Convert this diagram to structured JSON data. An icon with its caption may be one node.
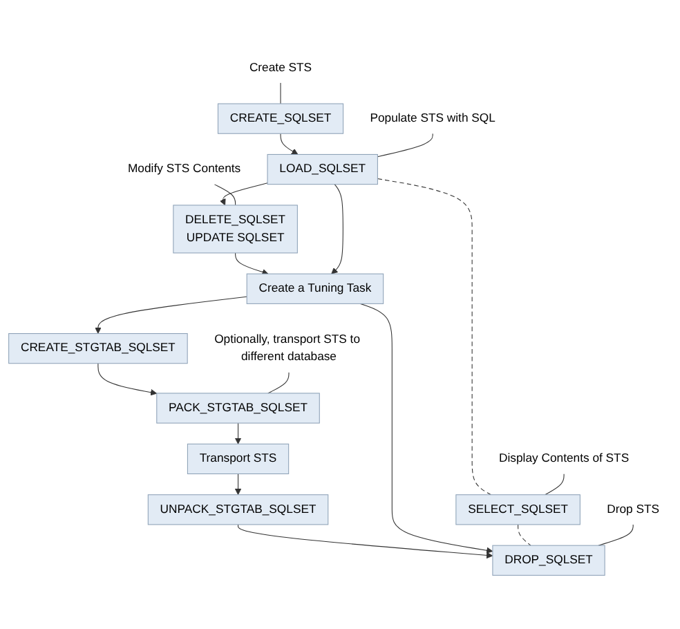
{
  "diagram": {
    "nodes": [
      {
        "text": [
          "CREATE_SQLSET"
        ]
      },
      {
        "text": [
          "Create STS"
        ]
      },
      {
        "text": [
          "LOAD_SQLSET"
        ]
      },
      {
        "text": [
          "Populate STS with SQL"
        ]
      },
      {
        "text": [
          "DELETE_SQLSET",
          "UPDATE SQLSET"
        ]
      },
      {
        "text": [
          "Modify STS Contents"
        ]
      },
      {
        "text": [
          "Display Contents of STS"
        ]
      },
      {
        "text": [
          "Create a Tuning Task"
        ]
      },
      {
        "text": [
          "SELECT_SQLSET"
        ]
      },
      {
        "text": [
          "CREATE_STGTAB_SQLSET"
        ]
      },
      {
        "text": [
          "PACK_STGTAB_SQLSET"
        ]
      },
      {
        "text": [
          "Optionally, transport STS to different database"
        ]
      },
      {
        "text": [
          "Transport STS"
        ]
      },
      {
        "text": [
          "UNPACK_STGTAB_SQLSET"
        ]
      },
      {
        "text": [
          "DROP_SQLSET"
        ]
      },
      {
        "text": [
          "Drop STS"
        ]
      }
    ],
    "edges": [
      {
        "from": 0,
        "to": 2,
        "arrow": "to"
      },
      {
        "from": 2,
        "to": 4,
        "arrow": "to"
      },
      {
        "from": 4,
        "to": 7,
        "arrow": "to"
      },
      {
        "from": 2,
        "to": 7,
        "arrow": "to"
      },
      {
        "from": 7,
        "to": 9,
        "arrow": "to"
      },
      {
        "from": 9,
        "to": 10,
        "arrow": "to"
      },
      {
        "from": 10,
        "to": 12,
        "arrow": "to"
      },
      {
        "from": 12,
        "to": 13,
        "arrow": "to"
      },
      {
        "from": 13,
        "to": 14,
        "arrow": "to"
      },
      {
        "from": 7,
        "to": 14,
        "arrow": "to"
      },
      {
        "from": 2,
        "to": 8,
        "arrow": "none",
        "style": "dashed"
      },
      {
        "from": 8,
        "to": 14,
        "arrow": "none",
        "style": "dashed"
      },
      {
        "from": 1,
        "to": 0,
        "arrow": "none"
      },
      {
        "from": 3,
        "to": 2,
        "arrow": "none"
      },
      {
        "from": 5,
        "to": 4,
        "arrow": "none"
      },
      {
        "from": 6,
        "to": 8,
        "arrow": "none"
      },
      {
        "from": 11,
        "to": 10,
        "arrow": "none"
      },
      {
        "from": 15,
        "to": 14,
        "arrow": "none"
      }
    ]
  }
}
